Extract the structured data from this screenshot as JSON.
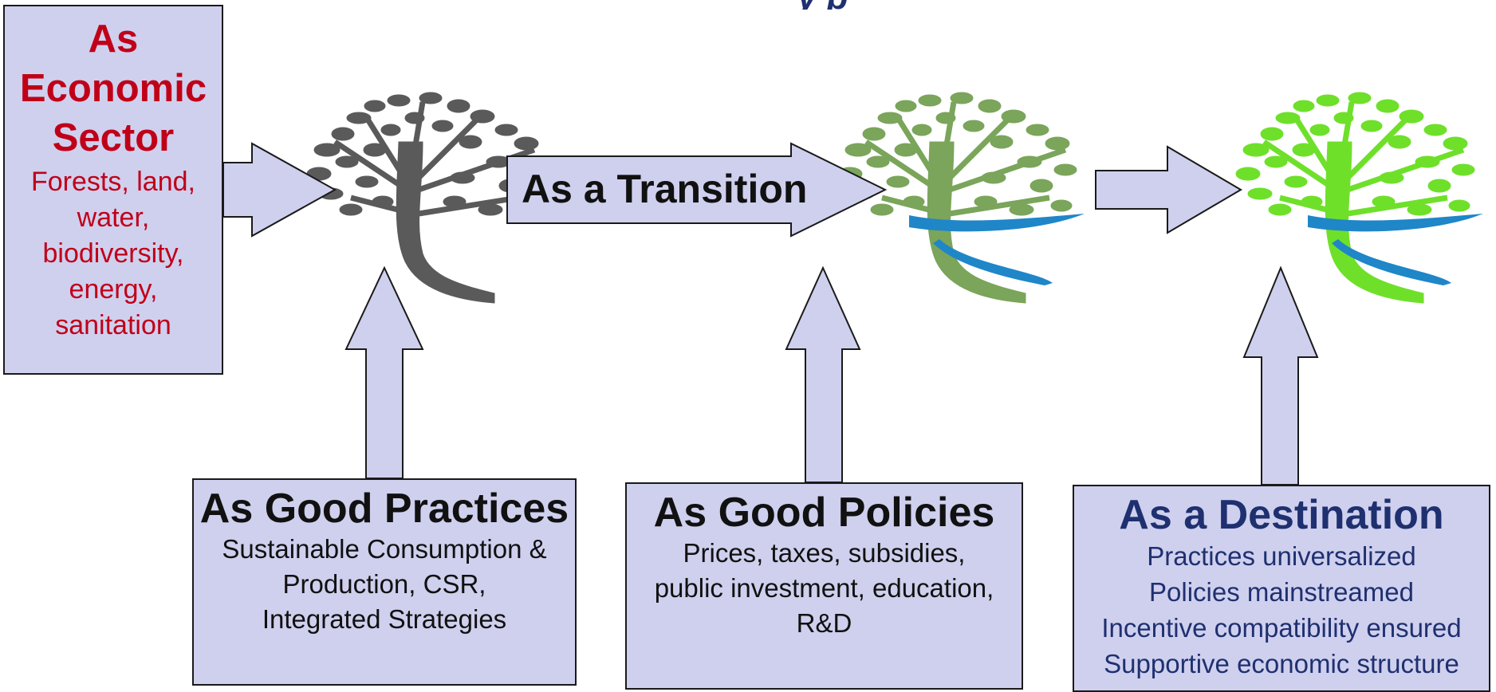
{
  "title_fragment": "y p",
  "economic_sector": {
    "heading": [
      "As",
      "Economic",
      "Sector"
    ],
    "items": [
      "Forests, land,",
      "water,",
      "biodiversity,",
      "energy,",
      "sanitation"
    ]
  },
  "transition": {
    "label": "As a Transition"
  },
  "good_practices": {
    "heading": "As Good Practices",
    "lines": [
      "Sustainable Consumption &",
      "Production, CSR,",
      "Integrated Strategies"
    ]
  },
  "good_policies": {
    "heading": "As Good Policies",
    "lines": [
      "Prices, taxes, subsidies,",
      "public investment, education,",
      "R&D"
    ]
  },
  "destination": {
    "heading": "As a Destination",
    "lines": [
      "Practices universalized",
      "Policies mainstreamed",
      "Incentive compatibility ensured",
      "Supportive economic structure"
    ]
  },
  "colors": {
    "box_fill": "#cfd0ee",
    "economic_red": "#c00018",
    "destination_navy": "#1f3070",
    "tree_gray": "#5a5a5a",
    "tree_green_muted": "#7aa55a",
    "tree_green_bright": "#6ee02a",
    "tree_blue": "#1f86c8"
  },
  "icons": [
    "gray-tree-icon",
    "muted-green-tree-icon",
    "bright-green-tree-icon"
  ]
}
